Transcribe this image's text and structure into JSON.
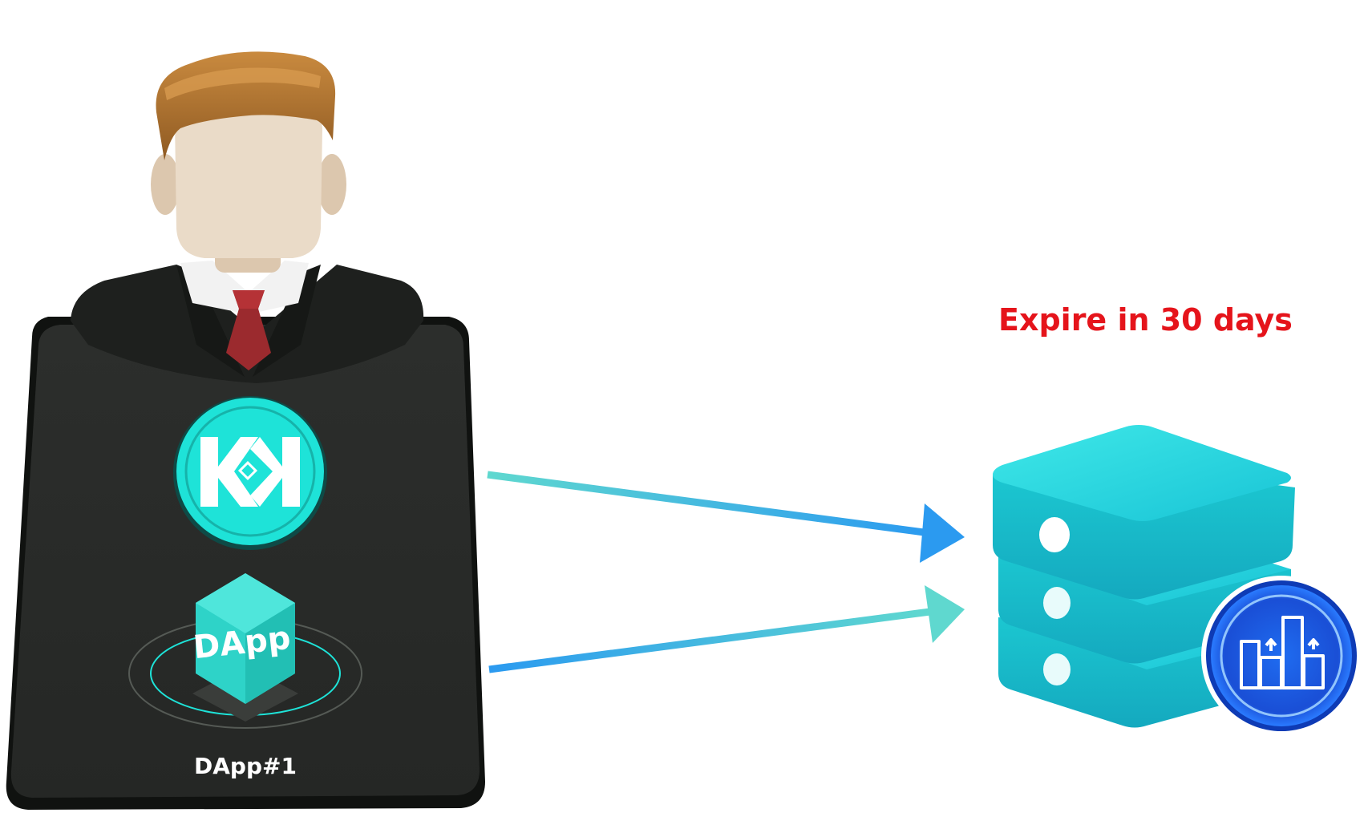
{
  "expire_notice": {
    "text": "Expire in 30 days",
    "color": "#e5141b"
  },
  "user_card": {
    "logo_icon": "kk-logo-icon",
    "dapp_badge": {
      "text": "DApp",
      "icon": "dapp-cube-icon"
    },
    "caption": "DApp#1"
  },
  "server": {
    "icon": "server-stack-icon",
    "badge_icon": "bar-chart-icon"
  },
  "arrows": {
    "count": 2,
    "gradient_from": "#5fd8cf",
    "gradient_to": "#2b9af0"
  },
  "colors": {
    "card": "#2a2c2a",
    "card_edge": "#111311",
    "teal": "#1ee3d8",
    "server": "#22ccd6",
    "badge_blue": "#1d5be6"
  }
}
